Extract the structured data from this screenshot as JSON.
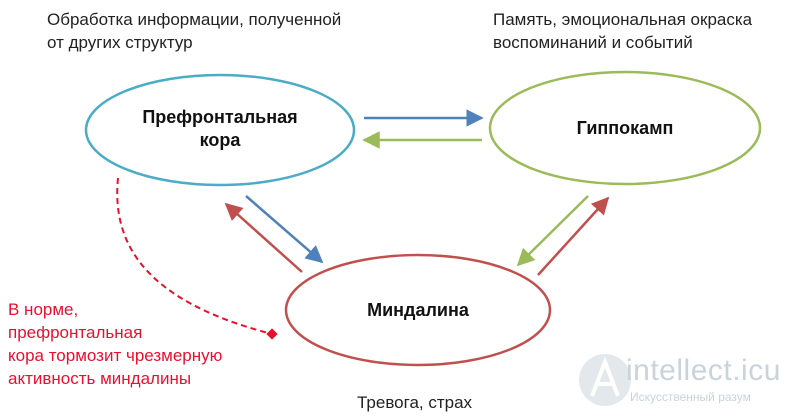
{
  "nodes": {
    "prefrontal": "Префронтальная\nкора",
    "hippocampus": "Гиппокамп",
    "amygdala": "Миндалина"
  },
  "annotations": {
    "prefrontal_desc": "Обработка  информации,  полученной\nот других структур",
    "hippocampus_desc": "Память, эмоциональная окраска\nвоспоминаний и событий",
    "amygdala_desc": "Тревога, страх",
    "inhibition_note": "В норме,\nпрефронтальная\nкора тормозит чрезмерную\nактивность миндалины"
  },
  "colors": {
    "prefrontal": "#4bacc6",
    "hippocampus": "#9bbb59",
    "amygdala": "#c0504d",
    "blue_arrow": "#4f81bd",
    "inhibition": "#e8112d"
  },
  "watermark": {
    "main": "intellect.icu",
    "sub": "Искусственный разум"
  }
}
